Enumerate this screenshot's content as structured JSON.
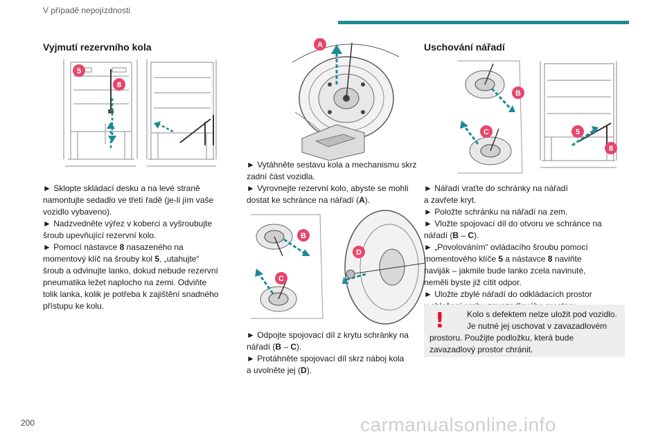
{
  "header": {
    "section": "V případě nepojízdnosti"
  },
  "page_number": "200",
  "watermark": "carmanualsonline.info",
  "colors": {
    "accent": "#1d8a94",
    "badge": "#e6466b",
    "warning": "#e0112f"
  },
  "left": {
    "title": "Vyjmutí rezervního kola",
    "badges": [
      "5",
      "8"
    ],
    "para": [
      [
        "► Sklopte skládací desku a na levé straně"
      ],
      [
        "namontujte sedadlo ve třetí řadě (je-li jím vaše"
      ],
      [
        "vozidlo vybaveno)."
      ],
      [
        "► Nadzvedněte výřez v koberci a vyšroubujte"
      ],
      [
        "šroub upevňující rezervní kolo."
      ],
      [
        "► Pomocí nástavce ",
        "8",
        " nasazeného na"
      ],
      [
        "momentový klíč na šrouby kol ",
        "5",
        ", „utahujte“"
      ],
      [
        "šroub a odvinujte lanko, dokud nebude rezervní"
      ],
      [
        "pneumatika ležet naplocho na zemi. Odviňte"
      ],
      [
        "tolik lanka, kolik je potřeba k zajištění snadného"
      ],
      [
        "přístupu ke kolu."
      ]
    ]
  },
  "middle": {
    "badge_top": "A",
    "badges_bottom": [
      "B",
      "C",
      "D"
    ],
    "para1": [
      [
        "► Vytáhněte sestavu kola a mechanismu skrz"
      ],
      [
        "zadní část vozidla."
      ],
      [
        "► Vyrovnejte rezervní kolo, abyste se mohli"
      ],
      [
        "dostat ke schránce na nářadí (",
        "A",
        ")."
      ]
    ],
    "para2": [
      [
        "► Odpojte spojovací díl z krytu schránky na"
      ],
      [
        "nářadí (",
        "B",
        " – ",
        "C",
        ")."
      ],
      [
        "► Protáhněte spojovací díl skrz náboj kola"
      ],
      [
        "a uvolněte jej (",
        "D",
        ")."
      ]
    ]
  },
  "right": {
    "title": "Uschování nářadí",
    "badges": [
      "B",
      "C",
      "5",
      "8"
    ],
    "para": [
      [
        "► Nářadí vraťte do schránky na nářadí"
      ],
      [
        "a zavřete kryt."
      ],
      [
        "► Položte schránku na nářadí na zem."
      ],
      [
        "► Vložte spojovací díl do otvoru ve schránce na"
      ],
      [
        "nářadí (",
        "B",
        " – ",
        "C",
        ")."
      ],
      [
        "► „Povolováním“ ovládacího šroubu pomocí"
      ],
      [
        "momentového klíče ",
        "5",
        " a nástavce ",
        "8",
        " naviňte"
      ],
      [
        "naviják – jakmile bude lanko zcela navinuté,"
      ],
      [
        "neměli byste již cítit odpor."
      ],
      [
        "► Uložte zbylé nářadí do odkládacích prostor"
      ],
      [
        "v obložení prahu zavazadlového prostoru."
      ]
    ],
    "warning": {
      "icon": "exclamation-warning-icon",
      "symbol": "!",
      "lines": [
        "Kolo s defektem nelze uložit pod vozidlo.",
        "Je nutné jej uschovat v zavazadlovém",
        "prostoru. Použijte podložku, která bude",
        "zavazadlový prostor chránit."
      ]
    }
  }
}
